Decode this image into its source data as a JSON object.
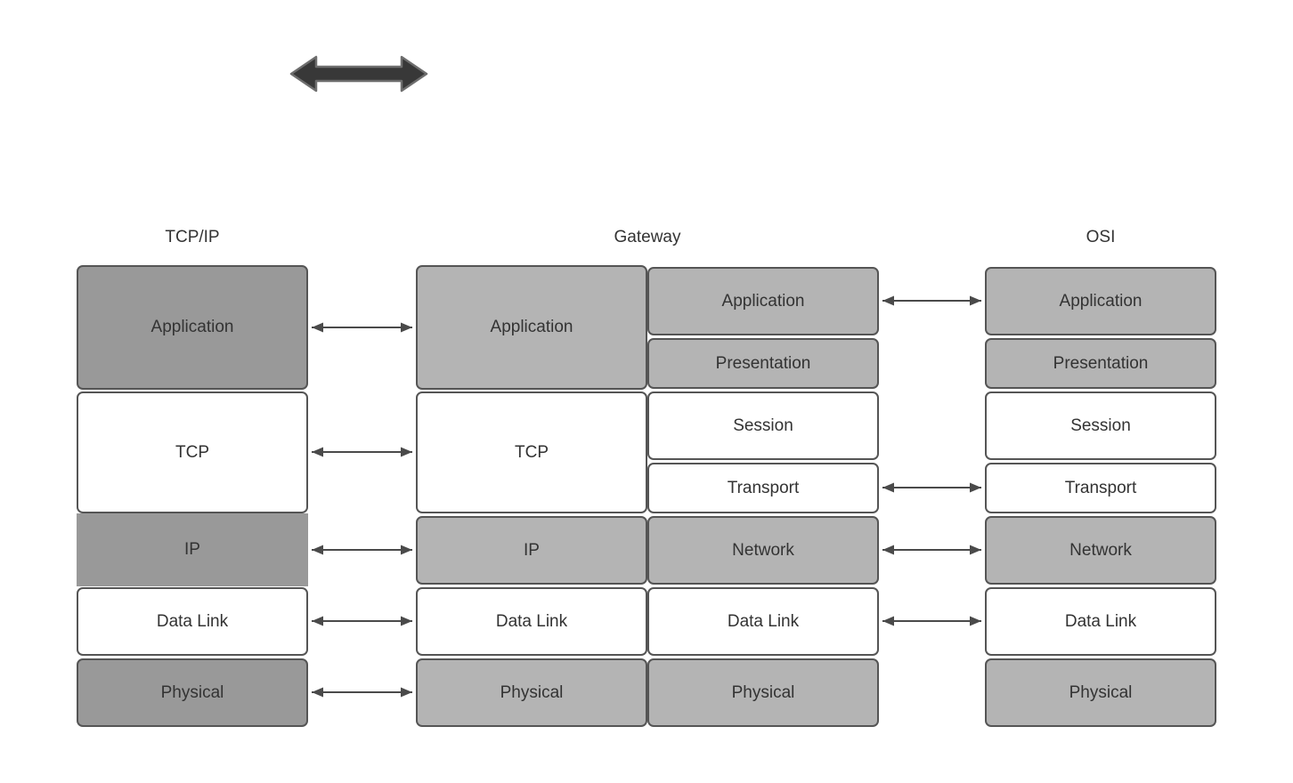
{
  "titles": {
    "tcpip": "TCP/IP",
    "gateway": "Gateway",
    "osi": "OSI"
  },
  "tcpip_stack": {
    "layers": [
      "Application",
      "TCP",
      "IP",
      "Data Link",
      "Physical"
    ]
  },
  "gateway": {
    "left_stack": {
      "layers": [
        "Application",
        "TCP",
        "IP",
        "Data Link",
        "Physical"
      ]
    },
    "right_stack": {
      "layers": [
        "Application",
        "Presentation",
        "Session",
        "Transport",
        "Network",
        "Data Link",
        "Physical"
      ]
    }
  },
  "osi_stack": {
    "layers": [
      "Application",
      "Presentation",
      "Session",
      "Transport",
      "Network",
      "Data Link",
      "Physical"
    ]
  },
  "colors": {
    "dark_gray_fill": "#999999",
    "light_gray_fill": "#b4b4b4",
    "white_fill": "#ffffff",
    "box_border": "#555555",
    "connector_arrow": "#4a4a4a",
    "thick_arrow_fill": "#383838",
    "thick_arrow_outline": "#6e6e6e",
    "text": "#333333"
  }
}
